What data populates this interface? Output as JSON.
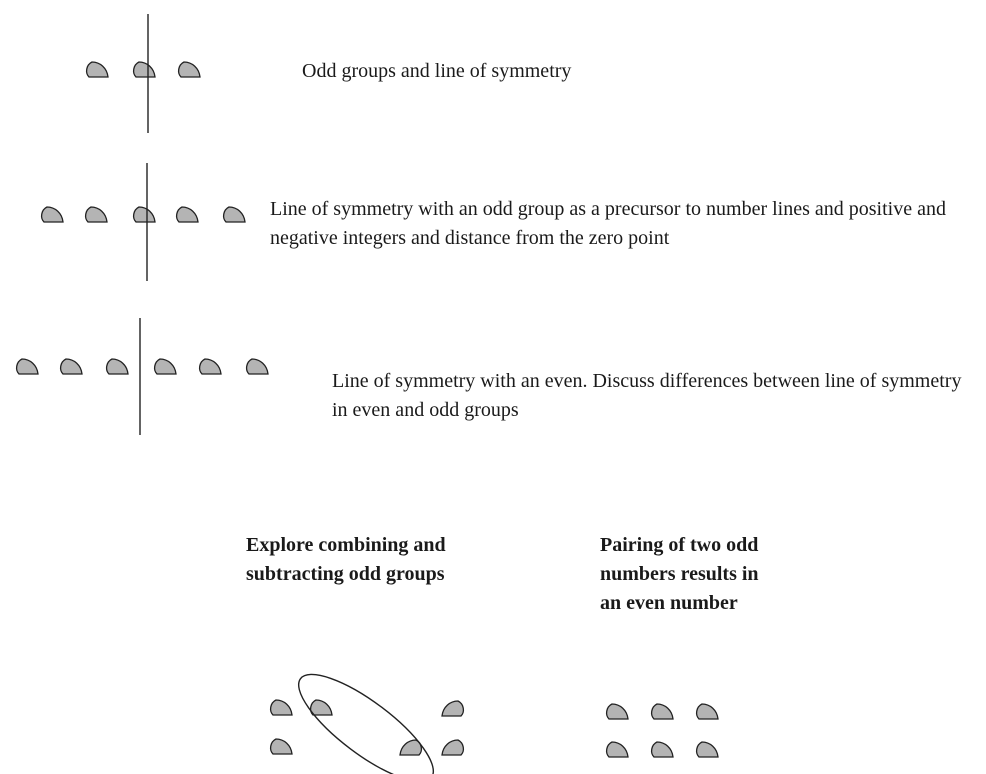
{
  "captions": {
    "odd_groups": "Odd groups and line of symmetry",
    "odd_precursor": "Line of symmetry with an odd group as a precursor to number lines and positive and negative integers and distance from the zero point",
    "even_group": "Line of symmetry with an even. Discuss differences between line of symmetry in even and odd groups",
    "combine_heading": "Explore combining and subtracting odd groups",
    "pairing_heading": "Pairing of two odd numbers results in an even number"
  },
  "groups": {
    "row1_count": 3,
    "row2_count": 5,
    "row3_count": 6,
    "combine_count": 6,
    "pairing_count": 6
  },
  "colors": {
    "counter_fill": "#b4b4b4",
    "outline": "#222222"
  }
}
